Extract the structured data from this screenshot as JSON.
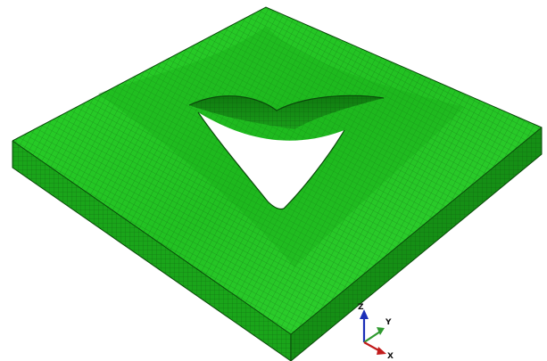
{
  "model": {
    "part_color": "#1fbf1f",
    "mesh_line_color": "#0b3f0b"
  },
  "triad": {
    "z_label": "Z",
    "y_label": "Y",
    "x_label": "X",
    "z_color": "#1b2fb8",
    "y_color": "#2f9a2f",
    "x_color": "#c21c1c"
  }
}
